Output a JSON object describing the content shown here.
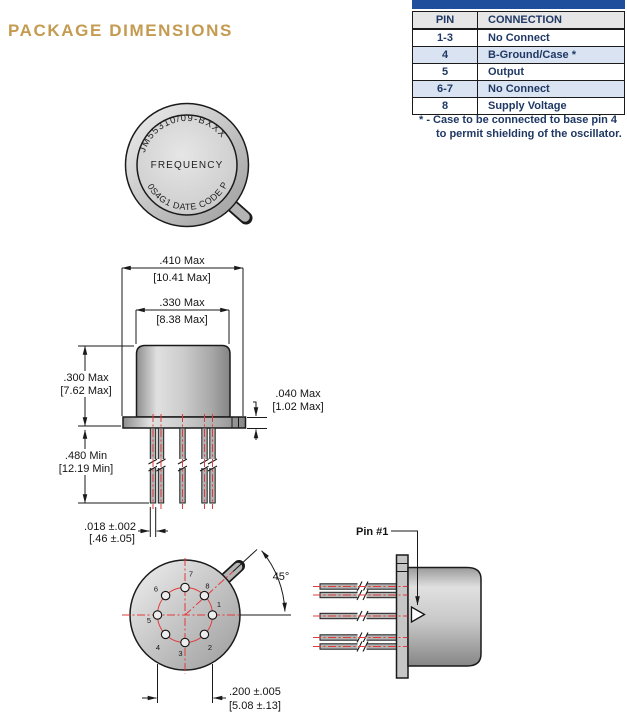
{
  "page": {
    "title": "PACKAGE DIMENSIONS"
  },
  "pin_table": {
    "headers": {
      "pin": "PIN",
      "connection": "CONNECTION"
    },
    "rows": [
      {
        "pin": "1-3",
        "connection": "No Connect"
      },
      {
        "pin": "4",
        "connection": "B-Ground/Case *"
      },
      {
        "pin": "5",
        "connection": "Output"
      },
      {
        "pin": "6-7",
        "connection": "No Connect"
      },
      {
        "pin": "8",
        "connection": "Supply Voltage"
      }
    ],
    "footnote_line1": "* - Case to be connected to base pin 4",
    "footnote_line2": "to permit shielding of the oscillator."
  },
  "top_view": {
    "arc_top": "JM55310/09-BXXX",
    "center_label": "FREQUENCY",
    "arc_bottom": "0S4G1 DATE CODE P"
  },
  "front_view": {
    "dim_width_outer": ".410 Max",
    "dim_width_outer_mm": "[10.41 Max]",
    "dim_width_can": ".330 Max",
    "dim_width_can_mm": "[8.38 Max]",
    "dim_height": ".300 Max",
    "dim_height_mm": "[7.62 Max]",
    "dim_flange": ".040 Max",
    "dim_flange_mm": "[1.02 Max]",
    "dim_pin_len": ".480 Min",
    "dim_pin_len_mm": "[12.19 Min]",
    "dim_pin_dia": ".018 ±.002",
    "dim_pin_dia_mm": "[.46 ±.05]"
  },
  "bottom_view": {
    "angle_label": "45°",
    "pin_labels": [
      "1",
      "2",
      "3",
      "4",
      "5",
      "6",
      "7",
      "8"
    ],
    "dim_pin_circle": ".200 ±.005",
    "dim_pin_circle_mm": "[5.08 ±.13]"
  },
  "side_view": {
    "pin1_label": "Pin #1"
  },
  "colors": {
    "accent_gold": "#c49b50",
    "table_bar_blue": "#1f4e9c",
    "table_text_navy": "#1f3864",
    "row_alt_blue": "#dae3f1",
    "centerline_red": "#e23b3b"
  }
}
